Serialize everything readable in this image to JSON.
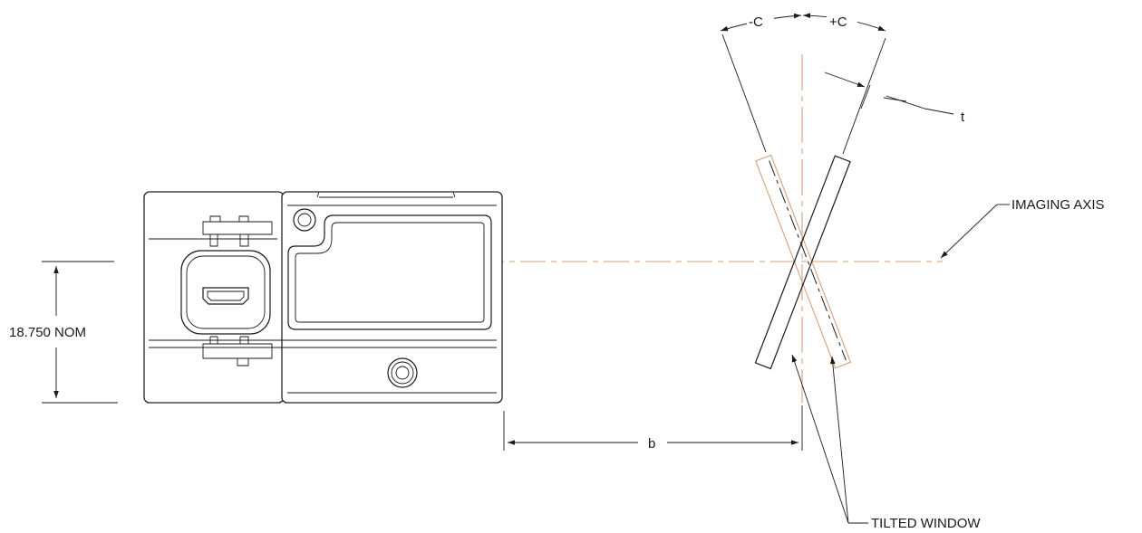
{
  "diagram": {
    "labels": {
      "nominal_height": "18.750 NOM",
      "distance": "b",
      "imaging_axis": "IMAGING AXIS",
      "tilted_window": "TILTED WINDOW",
      "thickness": "t",
      "neg_angle": "-C",
      "pos_angle": "+C"
    },
    "colors": {
      "centerline": "#d7a07a",
      "line": "#1a1a1a"
    }
  }
}
